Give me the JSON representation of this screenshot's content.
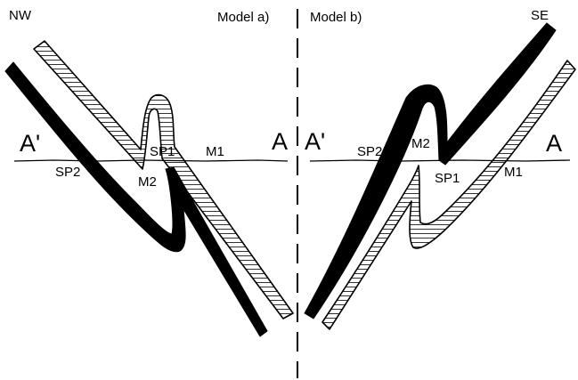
{
  "header": {
    "left_direction": "NW",
    "right_direction": "SE",
    "model_a": "Model a)",
    "model_b": "Model b)"
  },
  "model_a": {
    "section_start": "A'",
    "section_end": "A",
    "labels": {
      "sp2": "SP2",
      "sp1": "SP1",
      "m2": "M2",
      "m1": "M1"
    }
  },
  "model_b": {
    "section_start": "A'",
    "section_end": "A",
    "labels": {
      "sp2": "SP2",
      "sp1": "SP1",
      "m2": "M2",
      "m1": "M1"
    }
  },
  "colors": {
    "ink": "#000000",
    "background": "#ffffff"
  }
}
